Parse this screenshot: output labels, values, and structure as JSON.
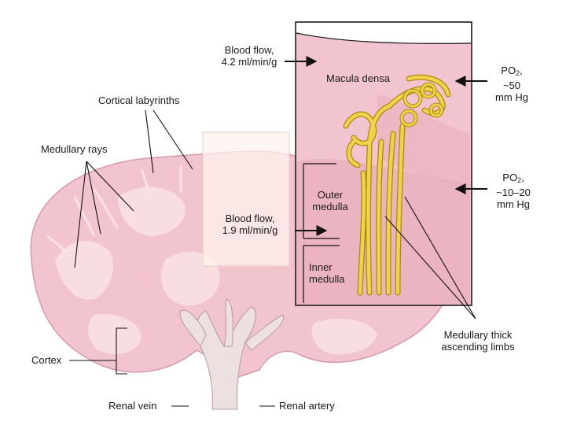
{
  "labels": {
    "blood_flow_cortex_l1": "Blood flow,",
    "blood_flow_cortex_l2": "4.2 ml/min/g",
    "blood_flow_medulla_l1": "Blood flow,",
    "blood_flow_medulla_l2": "1.9 ml/min/g",
    "macula_densa": "Macula densa",
    "po2_cortex_prefix": "PO",
    "po2_cortex_sub": "2",
    "po2_cortex_suffix": ",",
    "po2_cortex_value": "~50",
    "po2_cortex_unit": "mm Hg",
    "po2_medulla_prefix": "PO",
    "po2_medulla_sub": "2",
    "po2_medulla_suffix": ",",
    "po2_medulla_value": "~10–20",
    "po2_medulla_unit": "mm Hg",
    "cortical_labyrinths": "Cortical labyrinths",
    "medullary_rays": "Medullary rays",
    "outer_medulla_l1": "Outer",
    "outer_medulla_l2": "medulla",
    "inner_medulla_l1": "Inner",
    "inner_medulla_l2": "medulla",
    "cortex": "Cortex",
    "renal_vein": "Renal vein",
    "renal_artery": "Renal artery",
    "thick_limbs_l1": "Medullary thick",
    "thick_limbs_l2": "ascending limbs"
  },
  "colors": {
    "tissue_pink": "#f2c4cf",
    "tissue_dark": "#e7a9b8",
    "tissue_light": "#f8dde3",
    "tubule_yellow": "#f1d24a",
    "tubule_outline": "#a88a10",
    "vessel_pink": "#e9c5cb",
    "line": "#111111"
  }
}
